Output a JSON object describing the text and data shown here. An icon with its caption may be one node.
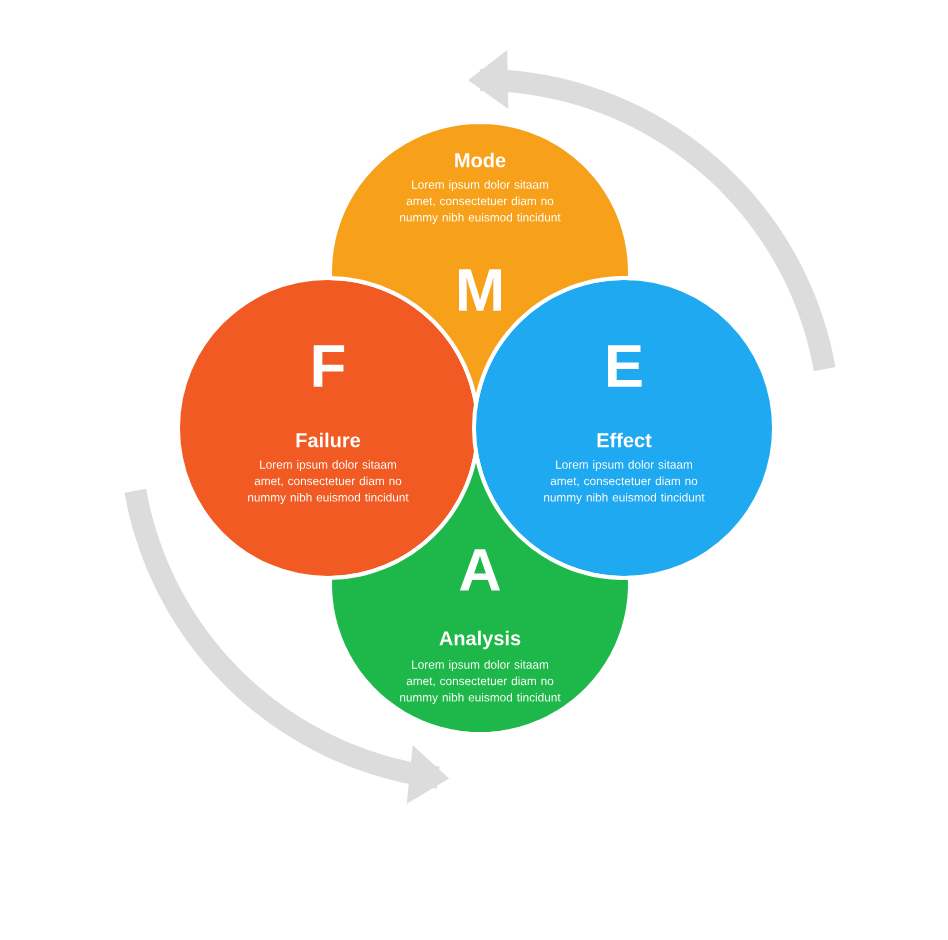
{
  "diagram": {
    "nodes": [
      {
        "text": [
          "Mode",
          "Lorem ipsum dolor sitaam amet, consectetuer diam no nummy nibh euismod tincidunt",
          "M"
        ]
      },
      {
        "text": [
          "F",
          "Failure",
          "Lorem ipsum dolor sitaam amet, consectetuer diam no nummy nibh euismod tincidunt"
        ]
      },
      {
        "text": [
          "E",
          "Effect",
          "Lorem ipsum dolor sitaam amet, consectetuer diam no nummy nibh euismod tincidunt"
        ]
      },
      {
        "text": [
          "A",
          "Analysis",
          "Lorem ipsum dolor sitaam amet, consectetuer diam no nummy nibh euismod tincidunt"
        ]
      }
    ]
  }
}
